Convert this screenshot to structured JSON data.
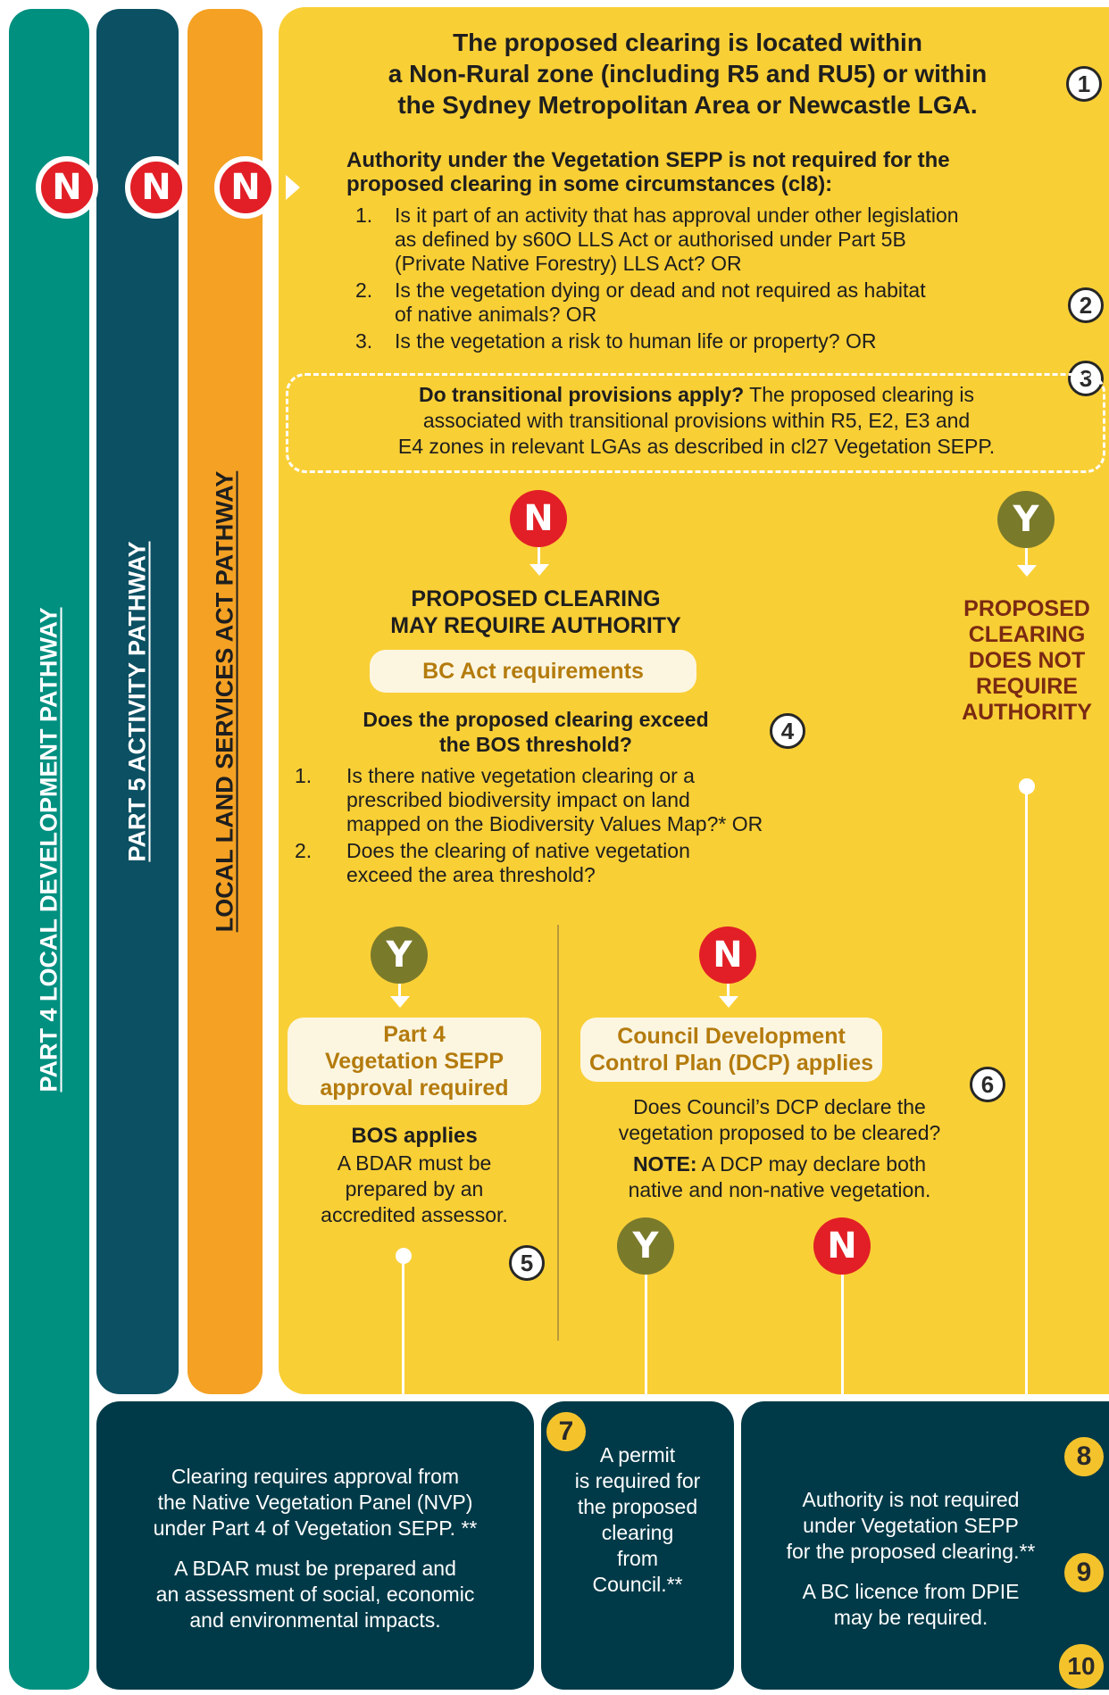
{
  "pathways": {
    "part4": "PART 4  LOCAL DEVELOPMENT  PATHWAY",
    "part5": "PART 5 ACTIVITY  PATHWAY",
    "lls": "LOCAL LAND SERVICES ACT PATHWAY"
  },
  "badges": {
    "n": "N",
    "y": "Y"
  },
  "step_numbers": [
    "1",
    "2",
    "3",
    "4",
    "5",
    "6",
    "7",
    "8",
    "9",
    "10"
  ],
  "header": {
    "line1": "The proposed clearing is located within",
    "line2": "a Non-Rural zone (including R5 and RU5) or within",
    "line3": "the Sydney Metropolitan Area or Newcastle LGA."
  },
  "authority": {
    "heading1": "Authority under the Vegetation SEPP is not required for the",
    "heading2": "proposed clearing in some circumstances (cl8):",
    "items": [
      {
        "num": "1.",
        "l1": "Is it part of an activity that has approval under other legislation",
        "l2": "as defined by s60O LLS Act or authorised under Part 5B",
        "l3": "(Private Native Forestry) LLS Act? OR"
      },
      {
        "num": "2.",
        "l1": "Is the vegetation dying or dead and not required as habitat",
        "l2": "of native animals? OR"
      },
      {
        "num": "3.",
        "l1": "Is the vegetation a risk to human life or property? OR"
      }
    ]
  },
  "transitional": {
    "bold": "Do transitional provisions apply?",
    "rest": " The proposed clearing is",
    "l2": "associated with transitional provisions within R5, E2, E3 and",
    "l3": "E4 zones in relevant LGAs as described in cl27 Vegetation SEPP."
  },
  "may_require": {
    "l1": "PROPOSED CLEARING",
    "l2": "MAY REQUIRE AUTHORITY"
  },
  "does_not_require": {
    "l1": "PROPOSED",
    "l2": "CLEARING",
    "l3": "DOES NOT",
    "l4": "REQUIRE",
    "l5": "AUTHORITY"
  },
  "bc_act_label": "BC Act requirements",
  "bos_threshold": {
    "q1": "Does the proposed clearing exceed",
    "q2": "the BOS threshold?",
    "items": [
      {
        "num": "1.",
        "l1": "Is there native vegetation clearing or a",
        "l2": "prescribed biodiversity impact on land",
        "l3": "mapped on the Biodiversity Values Map?* OR"
      },
      {
        "num": "2.",
        "l1": "Does the clearing of native vegetation",
        "l2": "exceed the area threshold?"
      }
    ]
  },
  "part4_approval": {
    "l1": "Part 4",
    "l2": "Vegetation SEPP",
    "l3": "approval required",
    "bos": "BOS applies",
    "b1": "A BDAR must be",
    "b2": "prepared by an",
    "b3": "accredited assessor."
  },
  "dcp": {
    "l1": "Council Development",
    "l2": "Control Plan (DCP) applies",
    "q1": "Does Council’s DCP declare the",
    "q2": "vegetation proposed to be cleared?",
    "note_bold": "NOTE:",
    "note_rest": " A DCP may declare both",
    "note2": "native and non-native vegetation."
  },
  "outcome_nvp": {
    "l1": "Clearing requires approval from",
    "l2": "the Native Vegetation Panel (NVP)",
    "l3": "under Part 4 of Vegetation SEPP. **",
    "m1": "A BDAR must be prepared and",
    "m2": "an assessment of social, economic",
    "m3": "and environmental impacts."
  },
  "outcome_permit": {
    "l1": "A permit",
    "l2": "is required for",
    "l3": "the proposed",
    "l4": "clearing",
    "l5": "from",
    "l6": "Council.**"
  },
  "outcome_not_required": {
    "l1": "Authority is not required",
    "l2": "under Vegetation SEPP",
    "l3": "for the proposed clearing.**",
    "m1": "A BC licence from DPIE",
    "m2": "may be required."
  },
  "colors": {
    "green_bar": "#009080",
    "teal_bar": "#0c5063",
    "orange_bar": "#f4a124",
    "yellow_panel": "#f9cf36",
    "dark_box": "#003a48",
    "n_red": "#e21f26",
    "y_olive": "#7a7a2b",
    "pill_text": "#b47b0d"
  }
}
